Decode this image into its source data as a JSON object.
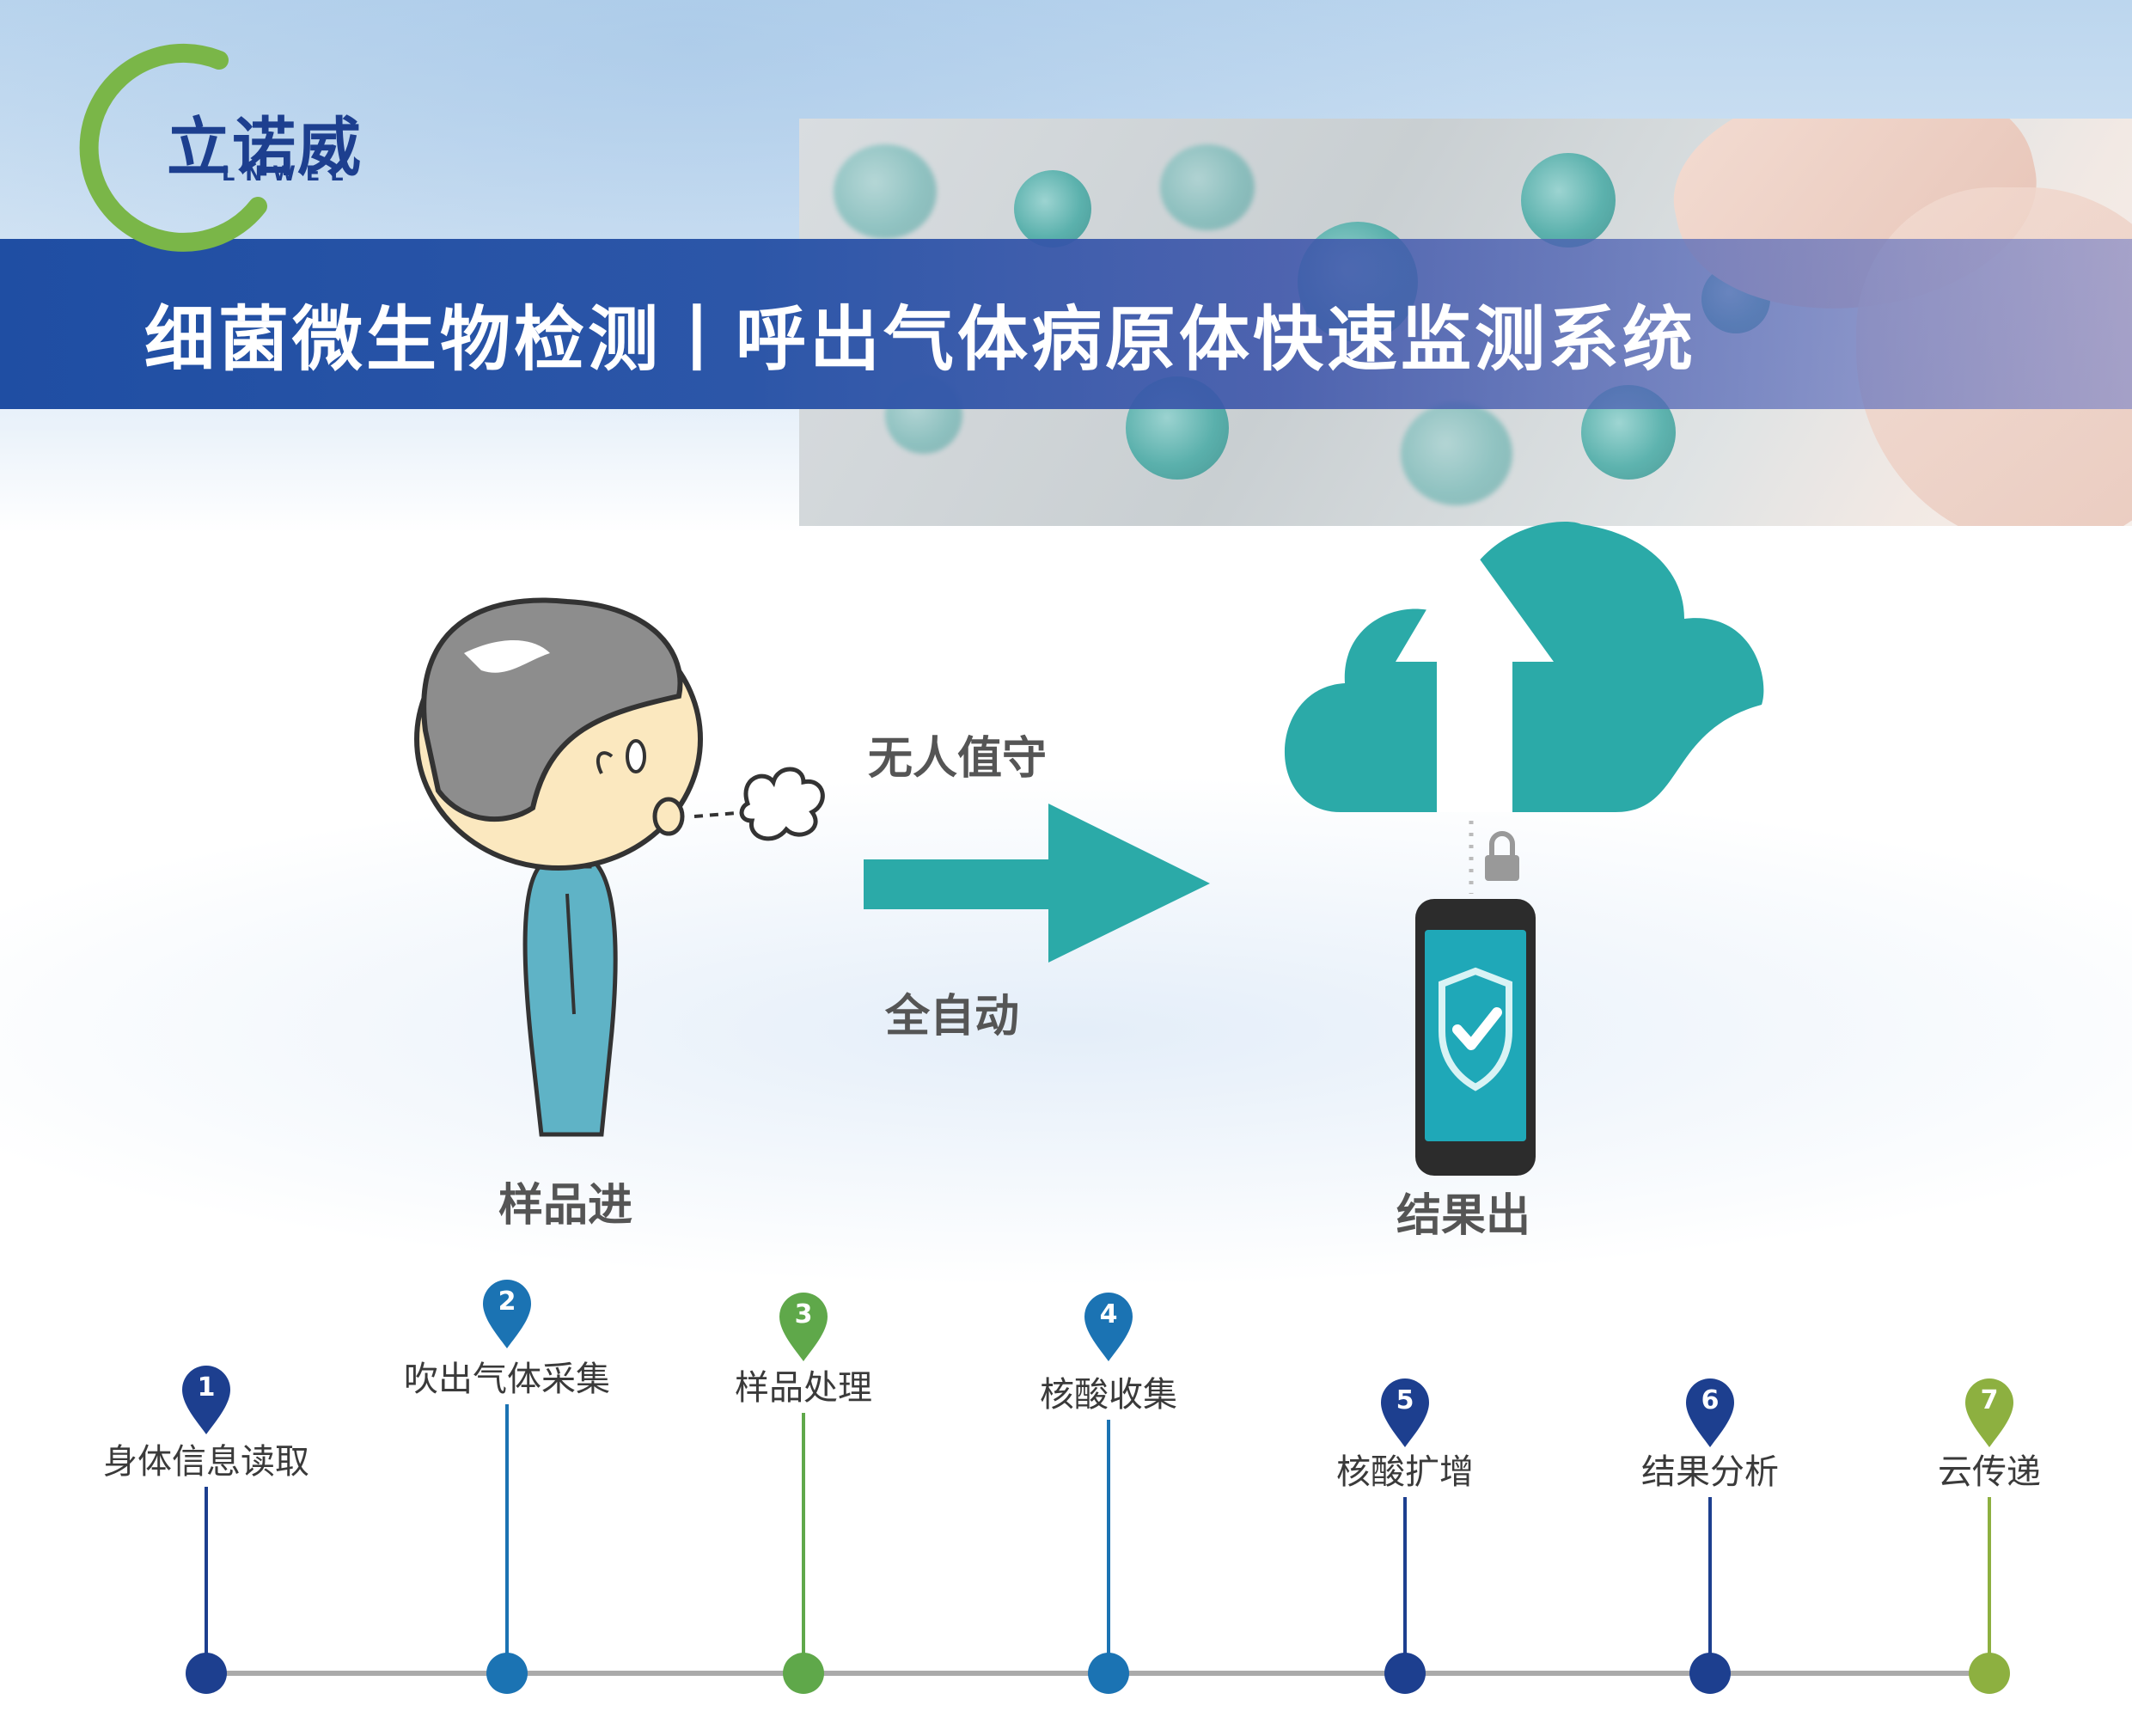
{
  "brand": {
    "logo_text": "立诺威",
    "logo_sub": "LNWEL",
    "green": "#7ab648",
    "navy": "#1d3f8f"
  },
  "banner": {
    "title": "细菌微生物检测丨呼出气体病原体快速监测系统"
  },
  "flow": {
    "arrow_top_label": "无人值守",
    "arrow_bottom_label": "全自动",
    "input_label": "样品进",
    "output_label": "结果出",
    "accent_color": "#2baaa8"
  },
  "timeline": {
    "steps": [
      {
        "num": "1",
        "label": "身体信息读取",
        "color": "#1d3f8f"
      },
      {
        "num": "2",
        "label": "吹出气体采集",
        "color": "#1b73b3"
      },
      {
        "num": "3",
        "label": "样品处理",
        "color": "#5fa84a"
      },
      {
        "num": "4",
        "label": "核酸收集",
        "color": "#1b73b3"
      },
      {
        "num": "5",
        "label": "核酸扩增",
        "color": "#1d3f8f"
      },
      {
        "num": "6",
        "label": "结果分析",
        "color": "#1d3f8f"
      },
      {
        "num": "7",
        "label": "云传递",
        "color": "#8db040"
      }
    ]
  },
  "icons": [
    "person-blowing-icon",
    "breath-puff-icon",
    "right-arrow-icon",
    "cloud-upload-icon",
    "lock-icon",
    "smartphone-shield-check-icon"
  ]
}
